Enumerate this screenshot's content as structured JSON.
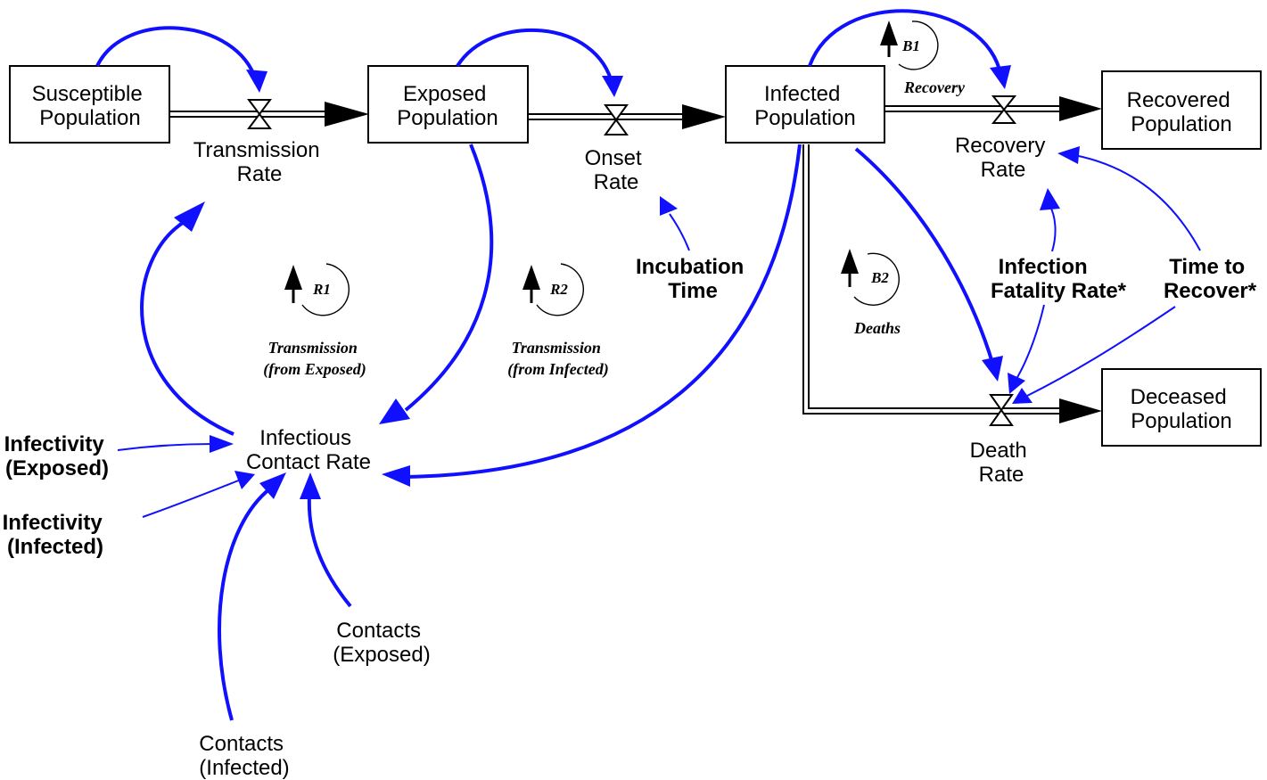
{
  "stocks": {
    "susceptible": [
      "Susceptible",
      "Population"
    ],
    "exposed": [
      "Exposed",
      "Population"
    ],
    "infected": [
      "Infected",
      "Population"
    ],
    "recovered": [
      "Recovered",
      "Population"
    ],
    "deceased": [
      "Deceased",
      "Population"
    ]
  },
  "flows": {
    "transmission": [
      "Transmission",
      "Rate"
    ],
    "onset": [
      "Onset",
      "Rate"
    ],
    "recovery": [
      "Recovery",
      "Rate"
    ],
    "death": [
      "Death",
      "Rate"
    ]
  },
  "auxiliaries": {
    "infectious_contact_rate": [
      "Infectious",
      "Contact Rate"
    ],
    "contacts_exposed": [
      "Contacts",
      "(Exposed)"
    ],
    "contacts_infected": [
      "Contacts",
      "(Infected)"
    ]
  },
  "parameters": {
    "infectivity_exposed": [
      "Infectivity",
      "(Exposed)"
    ],
    "infectivity_infected": [
      "Infectivity",
      "(Infected)"
    ],
    "incubation_time": [
      "Incubation",
      "Time"
    ],
    "infection_fatality_rate": [
      "Infection",
      "Fatality Rate*"
    ],
    "time_to_recover": [
      "Time to",
      "Recover*"
    ]
  },
  "loops": {
    "r1": {
      "id": "R1",
      "name": [
        "Transmission",
        "(from Exposed)"
      ]
    },
    "r2": {
      "id": "R2",
      "name": [
        "Transmission",
        "(from Infected)"
      ]
    },
    "b1": {
      "id": "B1",
      "name": [
        "Recovery"
      ]
    },
    "b2": {
      "id": "B2",
      "name": [
        "Deaths"
      ]
    }
  },
  "colors": {
    "link": "#1010ff",
    "stock_border": "#000000",
    "pipe": "#000000"
  }
}
